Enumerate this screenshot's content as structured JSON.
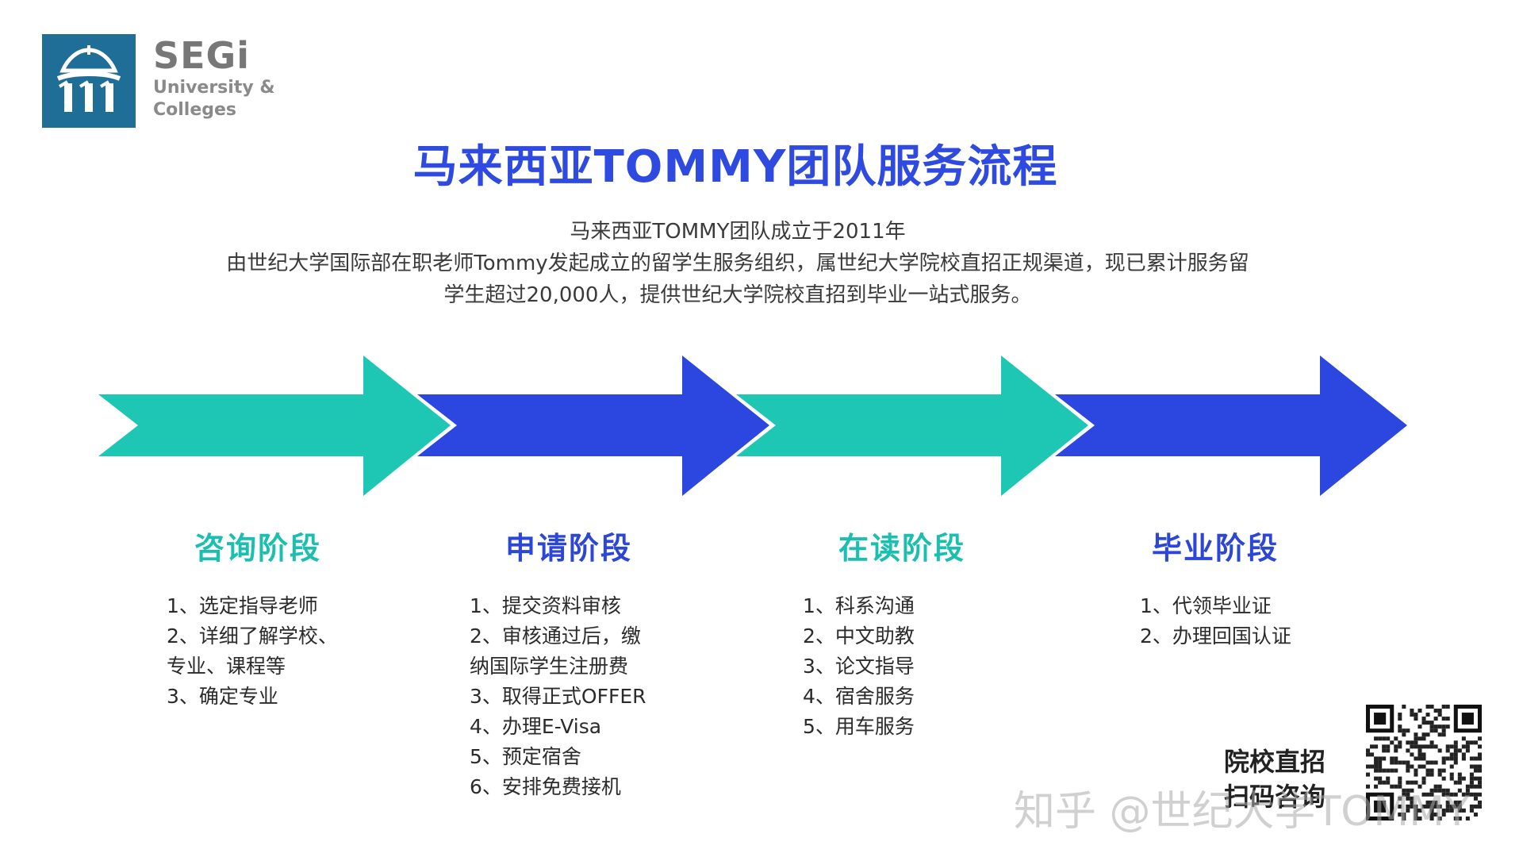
{
  "logo": {
    "brand": "SEGi",
    "subtitle_line1": "University &",
    "subtitle_line2": "Colleges"
  },
  "title": "马来西亚TOMMY团队服务流程",
  "intro": {
    "line1": "马来西亚TOMMY团队成立于2011年",
    "line2": "由世纪大学国际部在职老师Tommy发起成立的留学生服务组织，属世纪大学院校直招正规渠道，现已累计服务留",
    "line3": "学生超过20,000人，提供世纪大学院校直招到毕业一站式服务。"
  },
  "colors": {
    "teal": "#1ec7b4",
    "blue": "#2b47e0",
    "title_blue": "#2e4ae0"
  },
  "stages": [
    {
      "title": "咨询阶段",
      "color": "teal",
      "items": [
        "1、选定指导老师",
        "2、详细了解学校、",
        "专业、课程等",
        "3、确定专业"
      ]
    },
    {
      "title": "申请阶段",
      "color": "blue",
      "items": [
        "1、提交资料审核",
        "2、审核通过后，缴",
        "纳国际学生注册费",
        "3、取得正式OFFER",
        "4、办理E-Visa",
        "5、预定宿舍",
        "6、安排免费接机"
      ]
    },
    {
      "title": "在读阶段",
      "color": "teal",
      "items": [
        "1、科系沟通",
        "2、中文助教",
        "3、论文指导",
        "4、宿舍服务",
        "5、用车服务"
      ]
    },
    {
      "title": "毕业阶段",
      "color": "blue",
      "items": [
        "1、代领毕业证",
        "2、办理回国认证"
      ]
    }
  ],
  "qr": {
    "label_line1": "院校直招",
    "label_line2": "扫码咨询",
    "icon": "qr-code-icon"
  },
  "watermark": "知乎 @世纪大学TOMMY"
}
